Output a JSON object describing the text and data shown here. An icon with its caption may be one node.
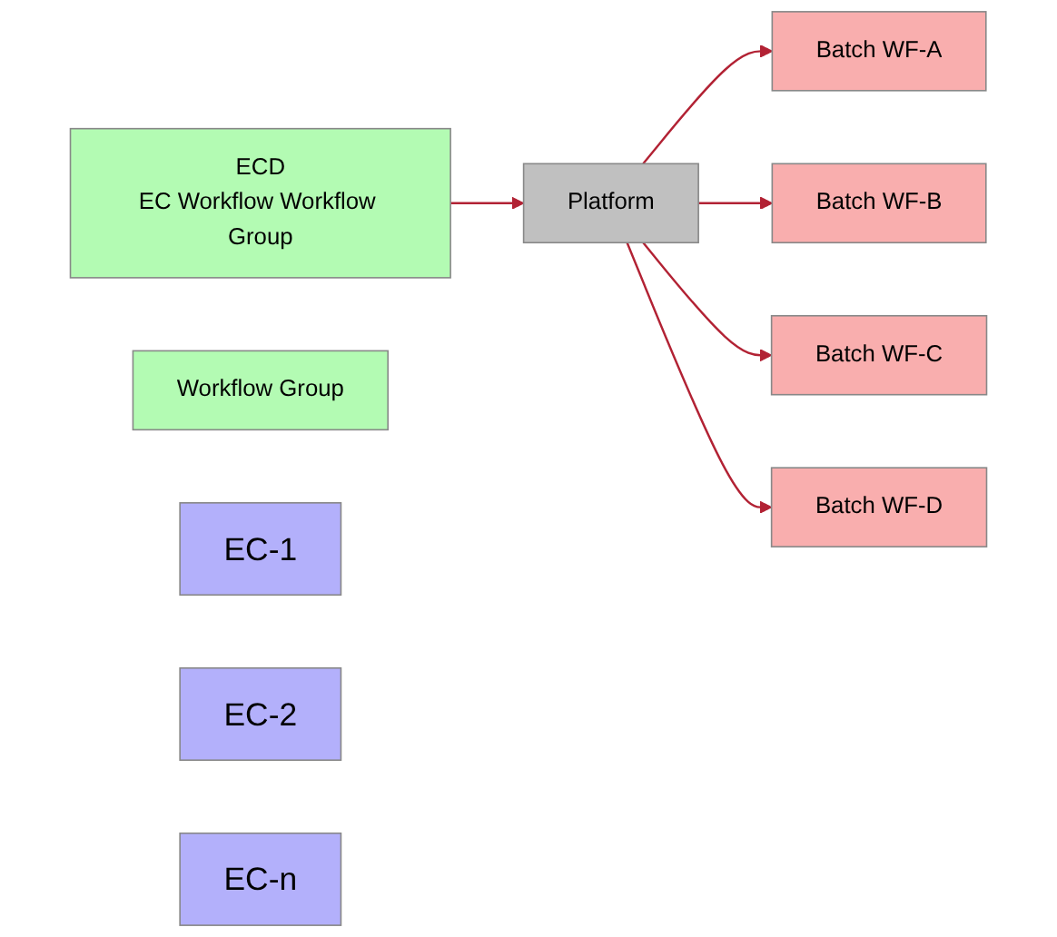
{
  "diagram": {
    "nodes": [
      {
        "text": [
          "ECD",
          "EC Workflow Workflow Group"
        ]
      },
      {
        "text": [
          "Workflow Group"
        ]
      },
      {
        "text": [
          "Platform"
        ]
      },
      {
        "text": [
          "Batch WF-A"
        ]
      },
      {
        "text": [
          "Batch WF-B"
        ]
      },
      {
        "text": [
          "Batch WF-C"
        ]
      },
      {
        "text": [
          "Batch WF-D"
        ]
      },
      {
        "text": [
          "EC-1"
        ]
      },
      {
        "text": [
          "EC-2"
        ]
      },
      {
        "text": [
          "EC-n"
        ]
      }
    ],
    "edges": [
      {
        "from": 0,
        "to": 2,
        "arrow": "to"
      },
      {
        "from": 2,
        "to": 3,
        "arrow": "to"
      },
      {
        "from": 2,
        "to": 4,
        "arrow": "to"
      },
      {
        "from": 2,
        "to": 5,
        "arrow": "to"
      },
      {
        "from": 2,
        "to": 6,
        "arrow": "to"
      }
    ]
  }
}
